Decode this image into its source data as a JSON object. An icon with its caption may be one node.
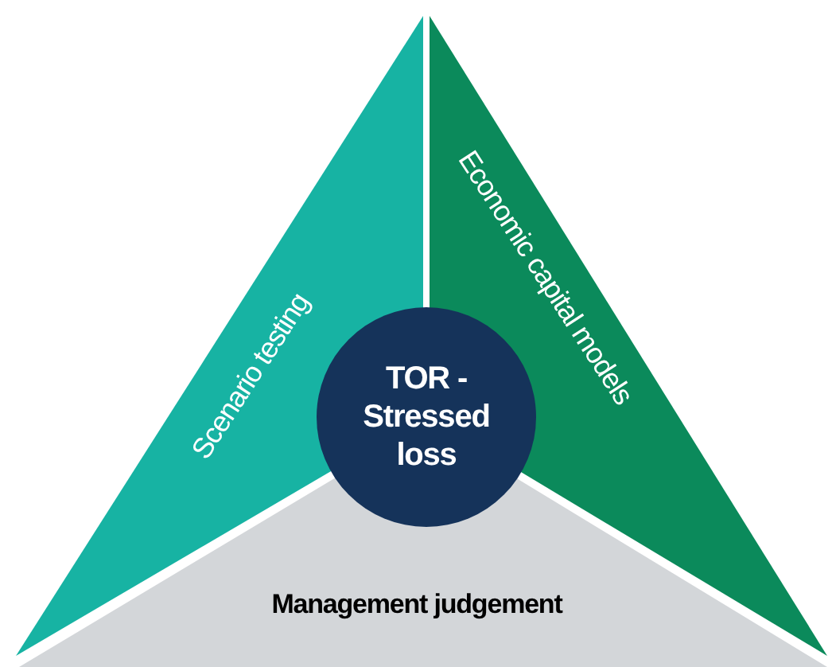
{
  "diagram": {
    "nodes": [
      {
        "text": [
          "Scenario testing"
        ]
      },
      {
        "text": [
          "Economic capital models"
        ]
      },
      {
        "text": [
          "Management judgement"
        ]
      },
      {
        "text": [
          "TOR - Stressed loss"
        ]
      }
    ]
  }
}
